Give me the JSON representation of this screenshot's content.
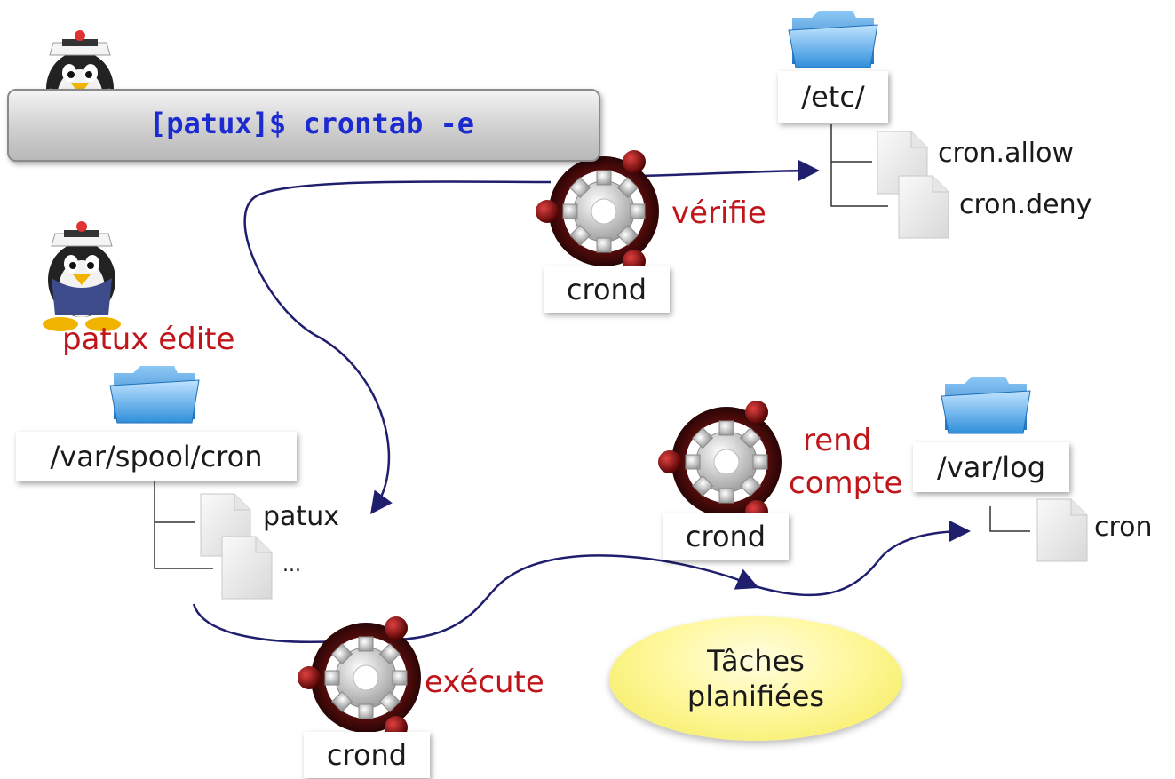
{
  "terminal": {
    "command": "[patux]$ crontab -e"
  },
  "actions": {
    "edits": "patux édite",
    "verifies": "vérifie",
    "executes": "exécute",
    "reports_line1": "rend",
    "reports_line2": "compte"
  },
  "daemon_label": "crond",
  "directories": {
    "etc": {
      "name": "/etc/",
      "files": [
        "cron.allow",
        "cron.deny"
      ]
    },
    "spool": {
      "name": "/var/spool/cron",
      "files": [
        "patux",
        "..."
      ]
    },
    "log": {
      "name": "/var/log",
      "files": [
        "cron"
      ]
    }
  },
  "bubble": {
    "line1": "Tâches",
    "line2": "planifiées"
  },
  "colors": {
    "action_text": "#c0151a",
    "command_text": "#1c2bd0",
    "arrow": "#1f1f6e",
    "folder": "#3a9be0"
  },
  "icons": [
    "tux-sailor-icon",
    "folder-icon",
    "file-icon",
    "gear-icon"
  ]
}
